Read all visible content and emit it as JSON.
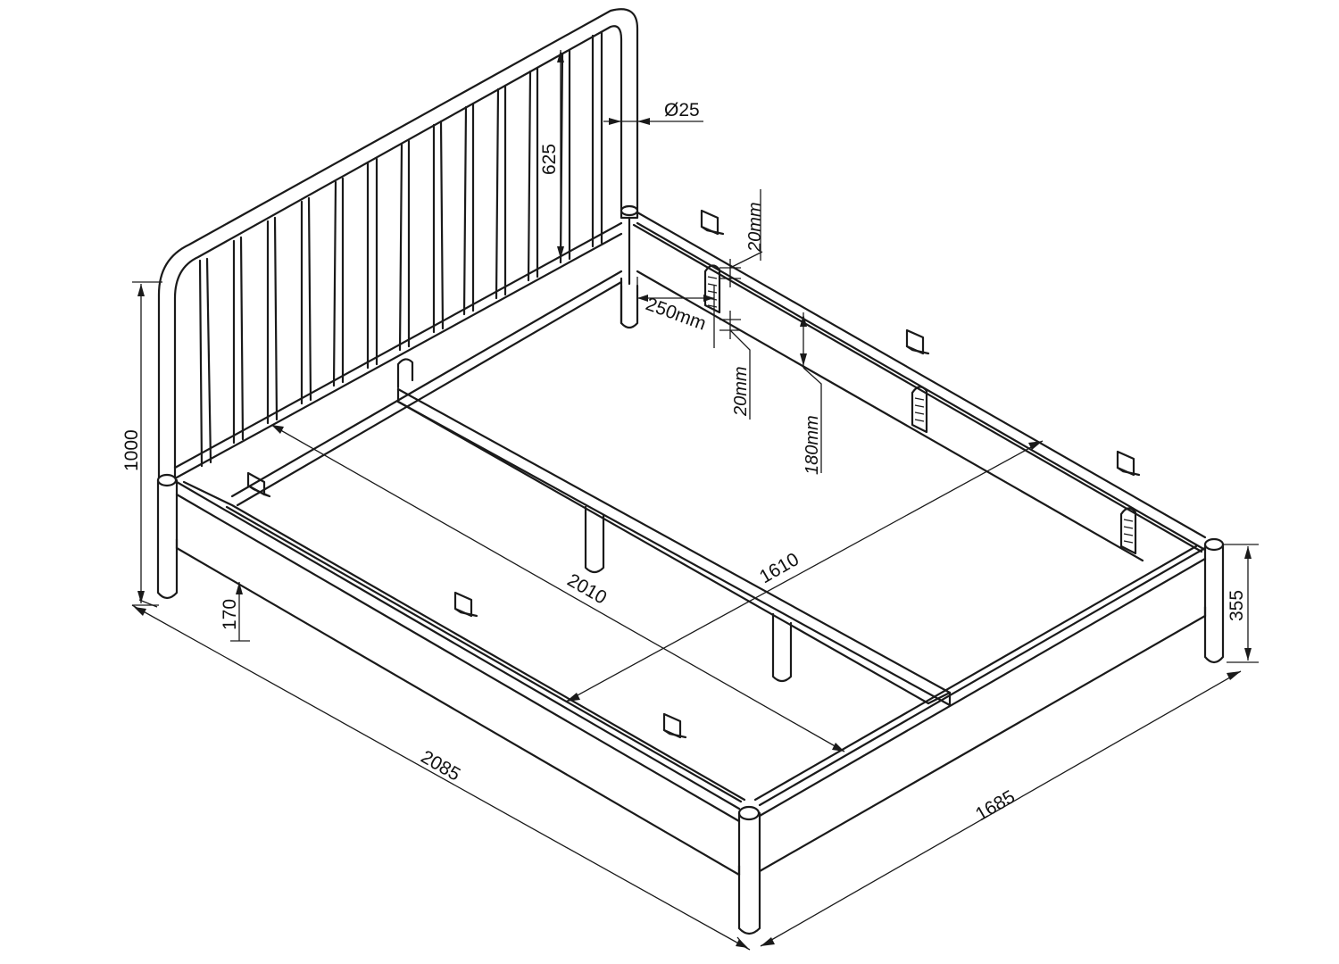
{
  "dimensions": {
    "tube_diameter": "Ø25",
    "slat_height": "625",
    "overall_height": "1000",
    "leg_clearance": "170",
    "rail_height": "355",
    "overall_length": "2085",
    "overall_width": "1685",
    "inner_length": "2010",
    "inner_width": "1610",
    "support_spacing": "250mm",
    "support_gap_top": "20mm",
    "support_gap_bottom": "20mm",
    "rail_inner_depth": "180mm"
  }
}
